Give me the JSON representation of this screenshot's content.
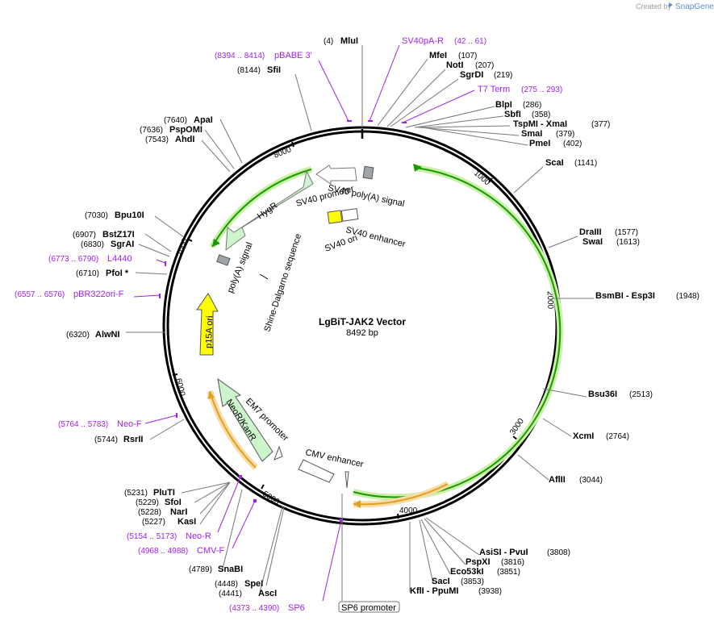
{
  "branding": {
    "created_by": "Created by",
    "product": "SnapGene"
  },
  "plasmid": {
    "name": "LgBiT-JAK2 Vector",
    "length": "8492 bp"
  },
  "ruler_ticks": [
    "1000",
    "2000",
    "3000",
    "4000",
    "5000",
    "6000",
    "7000",
    "8000"
  ],
  "enzymes": [
    {
      "pos": "(4)",
      "name": "MluI"
    },
    {
      "pos": "(107)",
      "name": "MfeI"
    },
    {
      "pos": "(207)",
      "name": "NotI"
    },
    {
      "pos": "(219)",
      "name": "SgrDI"
    },
    {
      "pos": "(286)",
      "name": "BlpI"
    },
    {
      "pos": "(358)",
      "name": "SbfI"
    },
    {
      "pos": "(377)",
      "name": "TspMI - XmaI"
    },
    {
      "pos": "(379)",
      "name": "SmaI"
    },
    {
      "pos": "(402)",
      "name": "PmeI"
    },
    {
      "pos": "(1141)",
      "name": "ScaI"
    },
    {
      "pos": "(1577)",
      "name": "DraIII"
    },
    {
      "pos": "(1613)",
      "name": "SwaI"
    },
    {
      "pos": "(1948)",
      "name": "BsmBI - Esp3I"
    },
    {
      "pos": "(2513)",
      "name": "Bsu36I"
    },
    {
      "pos": "(2764)",
      "name": "XcmI"
    },
    {
      "pos": "(3044)",
      "name": "AflII"
    },
    {
      "pos": "(3808)",
      "name": "AsiSI - PvuI"
    },
    {
      "pos": "(3816)",
      "name": "PspXI"
    },
    {
      "pos": "(3851)",
      "name": "Eco53kI"
    },
    {
      "pos": "(3853)",
      "name": "SacI"
    },
    {
      "pos": "(3938)",
      "name": "KflI - PpuMI"
    },
    {
      "pos": "(4441)",
      "name": "AscI"
    },
    {
      "pos": "(4448)",
      "name": "SpeI"
    },
    {
      "pos": "(4789)",
      "name": "SnaBI"
    },
    {
      "pos": "(5227)",
      "name": "KasI"
    },
    {
      "pos": "(5228)",
      "name": "NarI"
    },
    {
      "pos": "(5229)",
      "name": "SfoI"
    },
    {
      "pos": "(5231)",
      "name": "PluTI"
    },
    {
      "pos": "(5744)",
      "name": "RsrII"
    },
    {
      "pos": "(6320)",
      "name": "AlwNI"
    },
    {
      "pos": "(6710)",
      "name": "PfoI *"
    },
    {
      "pos": "(6830)",
      "name": "SgrAI"
    },
    {
      "pos": "(6907)",
      "name": "BstZ17I"
    },
    {
      "pos": "(7030)",
      "name": "Bpu10I"
    },
    {
      "pos": "(7543)",
      "name": "AhdI"
    },
    {
      "pos": "(7636)",
      "name": "PspOMI"
    },
    {
      "pos": "(7640)",
      "name": "ApaI"
    },
    {
      "pos": "(8144)",
      "name": "SfiI"
    }
  ],
  "primers": [
    {
      "name": "SV40pA-R",
      "range": "(42 .. 61)"
    },
    {
      "name": "T7 Term",
      "range": "(275 .. 293)"
    },
    {
      "name": "pBABE 3'",
      "range": "(8394 .. 8414)"
    },
    {
      "name": "L4440",
      "range": "(6773 .. 6790)"
    },
    {
      "name": "pBR322ori-F",
      "range": "(6557 .. 6576)"
    },
    {
      "name": "Neo-F",
      "range": "(5764 .. 5783)"
    },
    {
      "name": "Neo-R",
      "range": "(5154 .. 5173)"
    },
    {
      "name": "CMV-F",
      "range": "(4968 .. 4988)"
    },
    {
      "name": "SP6",
      "range": "(4373 .. 4390)"
    }
  ],
  "features": {
    "sv40_promoter": "SV40 promoter",
    "sv40_polya": "SV40 poly(A) signal",
    "sv40_enhancer": "SV40 enhancer",
    "sv40_ori": "SV40 ori",
    "hygr": "HygR",
    "polya": "poly(A) signal",
    "shine": "Shine-Dalgarno sequence",
    "p15a": "p15A ori",
    "em7": "EM7 promoter",
    "neor": "NeoR/KanR",
    "cmv_enh": "CMV enhancer",
    "sp6_promoter": "SP6 promoter"
  },
  "colors": {
    "backbone": "#000000",
    "green_feature": "#1a9a00",
    "green_glow": "#c8f0a8",
    "orange_feature": "#e0a020",
    "orange_glow": "#f8dca8",
    "primer": "#a020f0",
    "yellow": "#ffff00",
    "grey_box": "#a0a4a8",
    "light_green_arrow": "#ccf5cc"
  }
}
